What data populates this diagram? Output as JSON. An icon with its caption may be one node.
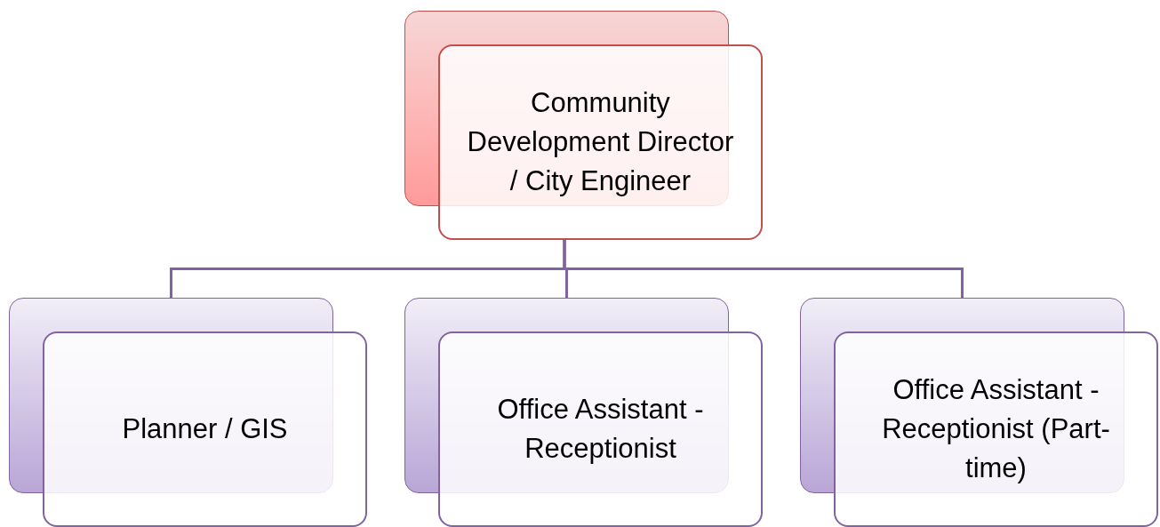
{
  "diagram": {
    "nodes": [
      {
        "text": [
          "Community Development Director / City Engineer"
        ]
      },
      {
        "text": [
          "Planner / GIS"
        ]
      },
      {
        "text": [
          "Office Assistant - Receptionist"
        ]
      },
      {
        "text": [
          "Office Assistant - Receptionist (Part-time)"
        ]
      }
    ],
    "edges": [
      {
        "from": 0,
        "to": 1,
        "arrow": "none"
      },
      {
        "from": 0,
        "to": 2,
        "arrow": "none"
      },
      {
        "from": 0,
        "to": 3,
        "arrow": "none"
      }
    ]
  }
}
